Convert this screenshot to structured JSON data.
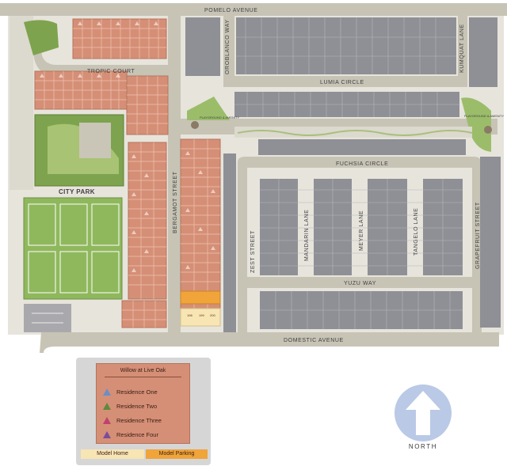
{
  "streets": {
    "pomelo": "POMELO AVENUE",
    "oroblanco": "OROBLANCO WAY",
    "kumquat": "KUMQUAT LANE",
    "lumia": "LUMIA CIRCLE",
    "tropic": "TROPIC COURT",
    "bergamot": "BERGAMOT STREET",
    "fuchsia": "FUCHSIA CIRCLE",
    "zest": "ZEST STREET",
    "mandarin": "MANDARIN LANE",
    "meyer": "MEYER LANE",
    "tangelo": "TANGELO LANE",
    "grapefruit": "GRAPEFRUIT STREET",
    "yuzu": "YUZU WAY",
    "domestic": "DOMESTIC AVENUE"
  },
  "places": {
    "city_park": "CITY PARK",
    "playground_left": "PLAYGROUND & AMENITY",
    "playground_right": "PLAYGROUND & AMENITY"
  },
  "model_homes": [
    "198",
    "199",
    "200"
  ],
  "legend": {
    "title": "Willow at Live Oak",
    "items": [
      {
        "label": "Residence One",
        "color": "#6a8fc7"
      },
      {
        "label": "Residence Two",
        "color": "#5f8a3a"
      },
      {
        "label": "Residence Three",
        "color": "#c0416d"
      },
      {
        "label": "Residence Four",
        "color": "#7a4d9a"
      }
    ],
    "model_home": "Model Home",
    "model_parking": "Model Parking"
  },
  "colors": {
    "lot": "#d58f76",
    "lot_line": "#b5735c",
    "road": "#c7c4b6",
    "future_lots": "#8f9096",
    "park_green": "#7ea34e",
    "field_green": "#8fb85d",
    "model_home": "#f7e5b4",
    "model_parking": "#f0a43a",
    "north_arrow": "#b9c9e6"
  },
  "compass": {
    "label": "NORTH"
  }
}
